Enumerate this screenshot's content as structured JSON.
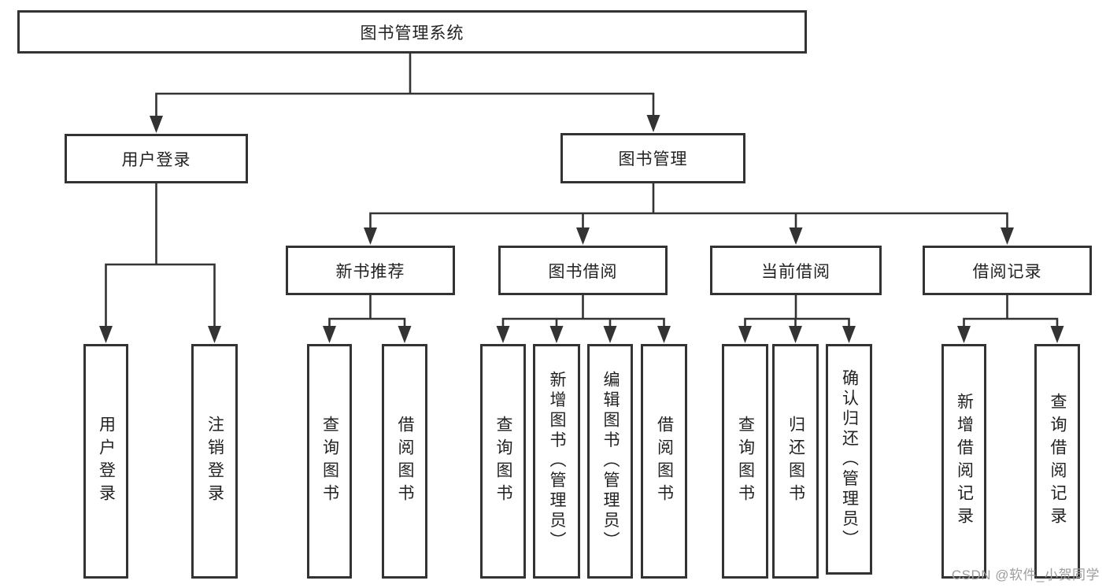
{
  "colors": {
    "line": "#333333",
    "box_border": "#333333",
    "text": "#222222",
    "background": "#ffffff",
    "watermark": "#9d9d9d"
  },
  "tree": {
    "label": "图书管理系统",
    "children": [
      {
        "label": "用户登录",
        "children": [
          {
            "label": "用户登录"
          },
          {
            "label": "注销登录"
          }
        ]
      },
      {
        "label": "图书管理",
        "children": [
          {
            "label": "新书推荐",
            "children": [
              {
                "label": "查询图书"
              },
              {
                "label": "借阅图书"
              }
            ]
          },
          {
            "label": "图书借阅",
            "children": [
              {
                "label": "查询图书"
              },
              {
                "label": "新增图书（管理员）"
              },
              {
                "label": "编辑图书（管理员）"
              },
              {
                "label": "借阅图书"
              }
            ]
          },
          {
            "label": "当前借阅",
            "children": [
              {
                "label": "查询图书"
              },
              {
                "label": "归还图书"
              },
              {
                "label": "确认归还（管理员）"
              }
            ]
          },
          {
            "label": "借阅记录",
            "children": [
              {
                "label": "新增借阅记录"
              },
              {
                "label": "查询借阅记录"
              }
            ]
          }
        ]
      }
    ]
  },
  "watermark": "CSDN @软件_小贺同学"
}
